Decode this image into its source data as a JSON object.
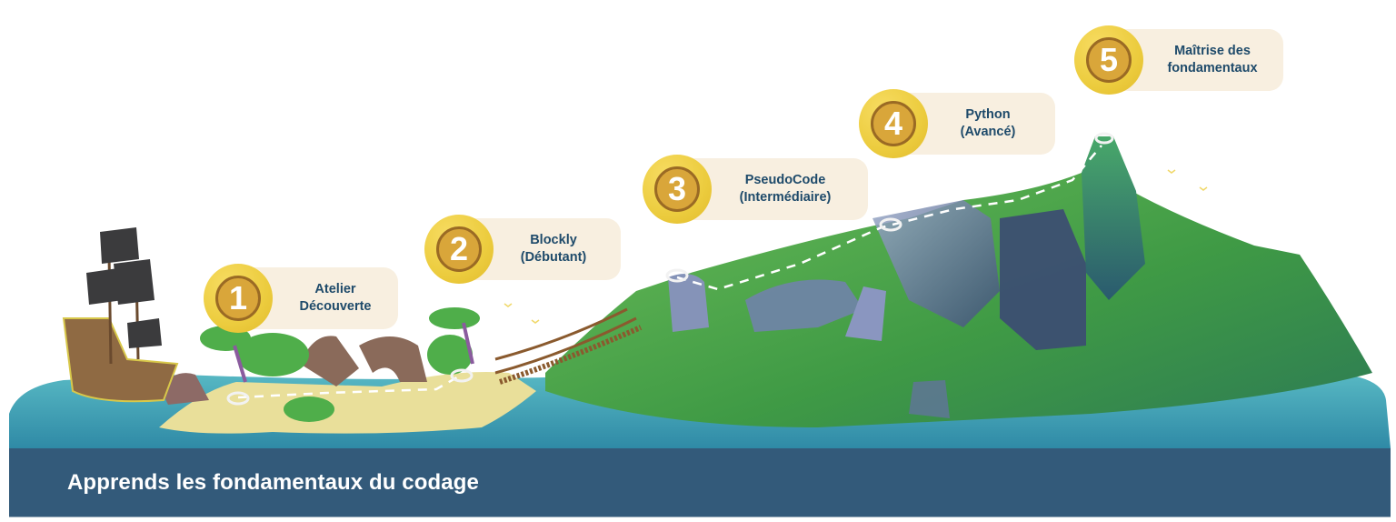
{
  "illustration": {
    "description": "Treasure-map style journey from a pirate ship across a sandy island, a rope bridge and up a green mountain",
    "colors": {
      "sea": "#3d9bb0",
      "sand": "#e9df9a",
      "grass": "#4ea84a",
      "rock": "#6d7fa3",
      "banner": "#335a7a",
      "pill": "#f8efe0",
      "coin": "#eccc3e",
      "text": "#1e4a6a"
    }
  },
  "steps": [
    {
      "number": "1",
      "line1": "Atelier",
      "line2": "Découverte"
    },
    {
      "number": "2",
      "line1": "Blockly",
      "line2": "(Débutant)"
    },
    {
      "number": "3",
      "line1": "PseudoCode",
      "line2": "(Intermédiaire)"
    },
    {
      "number": "4",
      "line1": "Python",
      "line2": "(Avancé)"
    },
    {
      "number": "5",
      "line1": "Maîtrise des",
      "line2": "fondamentaux"
    }
  ],
  "banner": {
    "title": "Apprends les fondamentaux du codage"
  }
}
